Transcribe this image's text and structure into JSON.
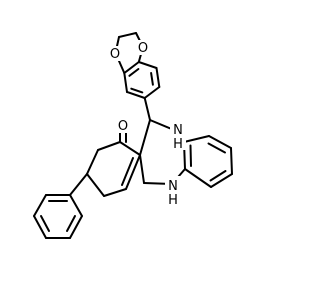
{
  "colors": {
    "background": "#ffffff",
    "bond": "#000000",
    "atom_text": "#000000"
  },
  "atom_labels": {
    "dioxole_o_top": "O",
    "dioxole_o_left": "O",
    "ketone_o": "O",
    "amine_nh_top": "N",
    "amine_h_top": "H",
    "amine_nh_bottom": "N",
    "amine_h_bottom": "H"
  }
}
